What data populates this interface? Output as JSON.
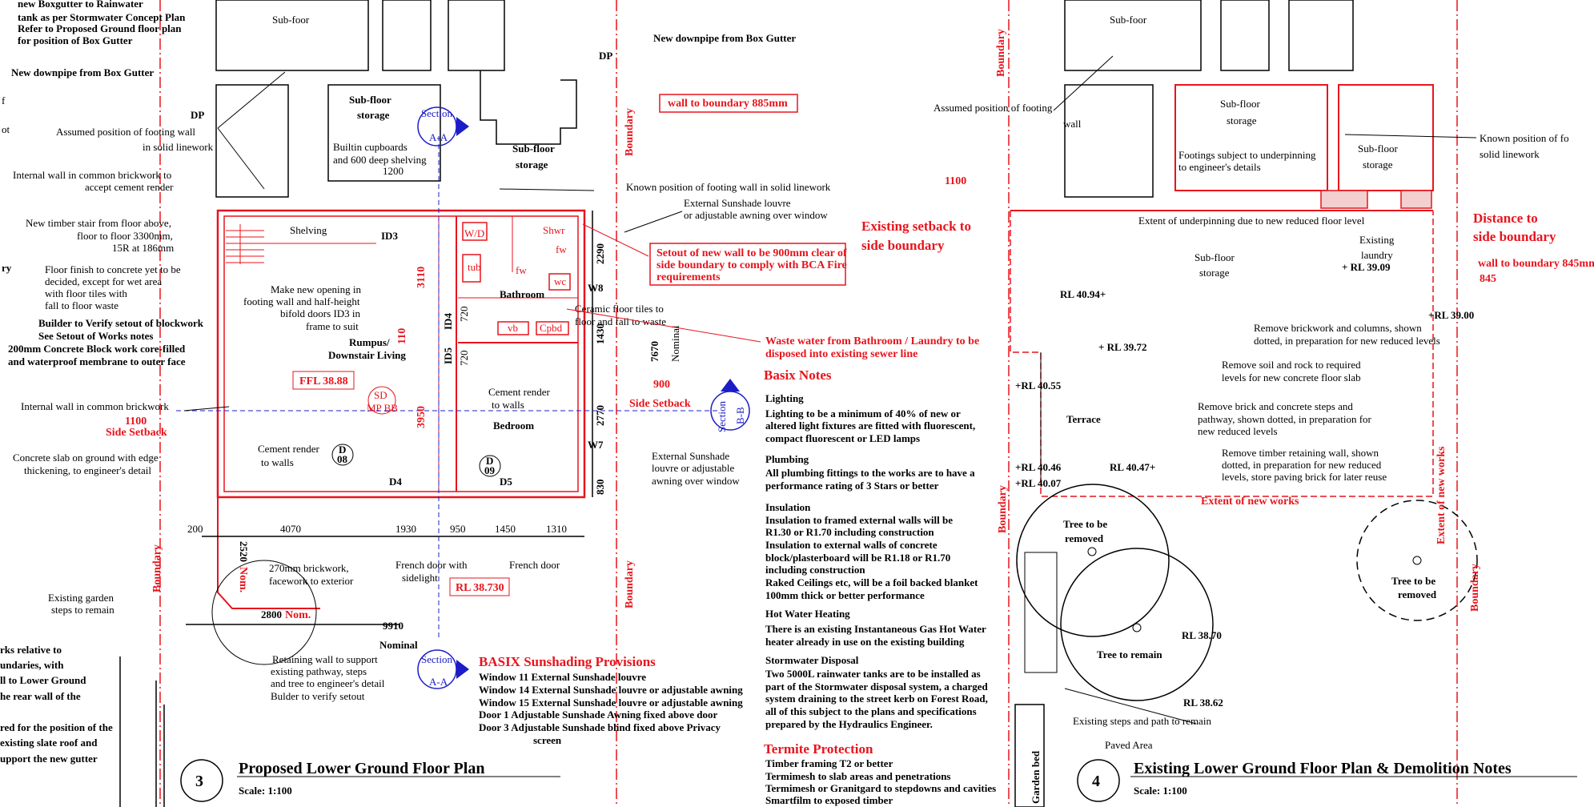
{
  "left_plan": {
    "title": "Proposed Lower Ground Floor Plan",
    "scale": "Scale: 1:100",
    "number": "3",
    "rooms": {
      "subfoor": "Sub-foor",
      "subfloor_storage_a_1": "Sub-floor",
      "subfloor_storage_a_2": "storage",
      "subfloor_storage_b_1": "Sub-floor",
      "subfloor_storage_b_2": "storage",
      "shelving": "Shelving",
      "rumpus_1": "Rumpus/",
      "rumpus_2": "Downstair Living",
      "bathroom": "Bathroom",
      "bedroom": "Bedroom",
      "shwr": "Shwr",
      "wd": "W/D",
      "tub": "tub",
      "wc": "wc",
      "vb": "vb",
      "cpbd": "Cpbd",
      "fw1": "fw",
      "fw2": "fw"
    },
    "tags": {
      "id3": "ID3",
      "id4": "ID4",
      "id5": "ID5",
      "d4": "D4",
      "d5": "D5",
      "w8": "W8",
      "w7": "W7",
      "d08_top": "D",
      "d08_bot": "08",
      "d09_top": "D",
      "d09_bot": "09",
      "dp1": "DP",
      "dp2": "DP",
      "sd_1": "SD",
      "sd_2": "MP BB"
    },
    "dimensions": {
      "d1200": "1200",
      "d3110": "3110",
      "d110": "110",
      "d720a": "720",
      "d720b": "720",
      "d3950": "3950",
      "d2290": "2290",
      "d1430": "1430",
      "d7670": "7670",
      "nominal1": "Nominal",
      "d2770": "2770",
      "d830": "830",
      "d200": "200",
      "d4070": "4070",
      "d1930": "1930",
      "d950": "950",
      "d1450": "1450",
      "d1310": "1310",
      "d2520": "2520",
      "nom1": "Nom.",
      "d2800": "2800",
      "nom2": "Nom.",
      "d9910": "9910",
      "nominal2": "Nominal",
      "d1100": "1100",
      "d900": "900"
    },
    "levels": {
      "ffl": "FFL 38.88",
      "rl": "RL 38.730"
    },
    "red_labels": {
      "side_setback_left": "Side Setback",
      "side_setback_right": "Side Setback",
      "boundary_top": "Boundary",
      "boundary_bottom": "Boundary",
      "boundary_left": "Boundary",
      "wall_to_boundary": "wall to boundary 885mm",
      "setout_1": "Setout of new wall to be 900mm clear of",
      "setout_2": "side boundary to comply with BCA Fire",
      "setout_3": "requirements",
      "waste_1": "Waste water from Bathroom / Laundry to be",
      "waste_2": "disposed into existing sewer line"
    },
    "sections": {
      "a_top_1": "Section",
      "a_top_2": "A-A",
      "b_1": "Section",
      "b_2": "B-B",
      "a_bot_1": "Section",
      "a_bot_2": "A-A"
    },
    "notes": {
      "box1": "new Boxgutter to Rainwater",
      "box2": "tank as per Stormwater Concept Plan",
      "box3": "Refer to Proposed Ground  floor plan",
      "box4": "for position of Box Gutter",
      "downpipe_left": "New downpipe from Box Gutter",
      "downpipe_right": "New downpipe from Box Gutter",
      "assumed_1": "Assumed position of footing wall",
      "assumed_2": "in solid linework",
      "builtin_1": "Builtin cupboards",
      "builtin_2": "and 600 deep shelving",
      "internal_1": "Internal wall in common brickwork to",
      "internal_2": "accept cement render",
      "known": "Known position of footing wall in solid linework",
      "ext_louvre_1": "External  Sunshade louvre",
      "ext_louvre_2": "or adjustable awning over window",
      "stair_1": "New timber stair from floor above,",
      "stair_2": "floor to floor 3300mm,",
      "stair_3": "15R at 186mm",
      "floor_1": "Floor finish to concrete yet to be",
      "floor_2": "decided, except for wet area",
      "floor_3": "with floor tiles with",
      "floor_4": "fall to floor waste",
      "opening_1": "Make new opening in",
      "opening_2": "footing wall and half-height",
      "opening_3": "bifold doors ID3 in",
      "opening_4": "frame to suit",
      "ceramic_1": "Ceramic floor tiles to",
      "ceramic_2": "floor and fall to waste",
      "builder_1": "Builder to Verify setout of blockwork",
      "builder_2": "See Setout of Works notes",
      "builder_3": "200mm Concrete Block work core-filled",
      "builder_4": "and waterproof membrane to outer face",
      "internal_wall": "Internal wall in common brickwork",
      "cement_a_1": "Cement render",
      "cement_a_2": "to walls",
      "cement_b_1": "Cement render",
      "cement_b_2": "to walls",
      "slab_1": "Concrete slab on ground with edge",
      "slab_2": "thickening, to engineer's detail",
      "ext_sun_1": "External Sunshade",
      "ext_sun_2": "louvre or adjustable",
      "ext_sun_3": "awning over window",
      "brick_1": "270mm brickwork,",
      "brick_2": "facework to exterior",
      "french_side_1": "French door with",
      "french_side_2": "sidelight",
      "french": "French door",
      "garden_1": "Existing garden",
      "garden_2": "steps to remain",
      "retain_1": "Retaining wall to  support",
      "retain_2": "existing pathway, steps",
      "retain_3": "and tree to engineer's detail",
      "retain_4": "Bulder to verify setout",
      "edge_1": "f",
      "edge_2": "ot",
      "edge_3": "ry",
      "rel_1": "rks relative to",
      "rel_2": "undaries, with",
      "rel_3": "ll to Lower Ground",
      "rel_4": "he rear wall of the",
      "req_1": "red for the position of the",
      "req_2": "existing slate roof and",
      "req_3": "upport the new gutter"
    }
  },
  "sunshading": {
    "heading": "BASIX Sunshading Provisions",
    "lines": [
      "Window 11 External Sunshade louvre",
      "Window 14 External Sunshade louvre or adjustable awning",
      "Window 15 External Sunshade louvre or adjustable awning",
      "Door 1 Adjustable Sunshade Awning fixed above door",
      "Door 3 Adjustable Sunshade blind fixed above Privacy",
      "screen"
    ]
  },
  "middle": {
    "existing_setback_1": "Existing setback to",
    "existing_setback_2": "side boundary",
    "basix_heading": "Basix Notes",
    "sections": [
      {
        "title": "Lighting",
        "lines": [
          "Lighting to be a minimum of 40% of new or",
          "altered light fixtures are fitted with fluorescent,",
          "compact fluorescent or LED lamps"
        ]
      },
      {
        "title": "Plumbing",
        "lines": [
          "All plumbing fittings to the works are to have a",
          "performance rating of 3 Stars or better"
        ]
      },
      {
        "title": "Insulation",
        "lines": [
          "Insulation to framed external walls will be",
          "R1.30 or R1.70 including construction",
          "Insulation to external walls of concrete",
          "block/plasterboard will be R1.18 or R1.70",
          "including construction",
          "Raked Ceilings etc, will be a foil backed blanket",
          "100mm thick or better performance"
        ]
      },
      {
        "title": "Hot Water Heating",
        "lines": [
          "There is an existing Instantaneous Gas Hot Water",
          "heater already in use on the existing building"
        ]
      },
      {
        "title": "Stormwater Disposal",
        "lines": [
          "Two 5000L rainwater tanks are to be installed as",
          "part of the Stormwater disposal system, a charged",
          "system draining to the street kerb on Forest Road,",
          "all of this subject to the plans and specifications",
          "prepared by the Hydraulics Engineer."
        ]
      }
    ],
    "termite_heading": "Termite Protection",
    "termite_lines": [
      "Timber framing T2 or better",
      "Termimesh to slab areas and penetrations",
      "Termimesh or Granitgard to stepdowns and cavities",
      "Smartfilm to exposed timber"
    ]
  },
  "right_plan": {
    "title": "Existing Lower Ground Floor Plan & Demolition Notes",
    "scale": "Scale: 1:100",
    "number": "4",
    "labels": {
      "subfoor": "Sub-foor",
      "sfs_a_1": "Sub-floor",
      "sfs_a_2": "storage",
      "sfs_b_1": "Sub-floor",
      "sfs_b_2": "storage",
      "sfs_c_1": "Sub-floor",
      "sfs_c_2": "storage",
      "laundry_1": "Existing",
      "laundry_2": "laundry",
      "terrace": "Terrace",
      "assumed_1": "Assumed position of footing",
      "assumed_2": "wall",
      "known_1": "Known position of fo",
      "known_2": "solid linework",
      "footings_1": "Footings subject to underpinning",
      "footings_2": "to engineer's details",
      "extent_under": "Extent of underpinning due to new reduced floor level",
      "rm_brick_1": "Remove brickwork and columns, shown",
      "rm_brick_2": "dotted, in preparation for new reduced levels",
      "rm_soil_1": "Remove soil and rock to required",
      "rm_soil_2": "levels for new concrete floor slab",
      "rm_steps_1": "Remove brick and concrete steps and",
      "rm_steps_2": "pathway, shown dotted, in preparation for",
      "rm_steps_3": "new reduced levels",
      "rm_timber_1": "Remove timber retaining wall, shown",
      "rm_timber_2": "dotted, in preparation for new reduced",
      "rm_timber_3": "levels, store paving brick for later reuse",
      "tree_rem_1": "Tree to be",
      "tree_rem_2": "removed",
      "tree_remain": "Tree to remain",
      "tree_rem2_1": "Tree to be",
      "tree_rem2_2": "removed",
      "steps_remain": "Existing steps and path to remain",
      "paved": "Paved Area",
      "garden_bed": "Garden bed"
    },
    "levels": {
      "rl1": "RL  40.94+",
      "rl2": "+ RL 39.72",
      "rl3": "+RL  40.55",
      "rl4": "+RL  40.46",
      "rl5": "RL  40.47+",
      "rl6": "+RL  40.07",
      "rl7": "+ RL 39.09",
      "rl8": "+RL 39.00",
      "rl9": "RL  38.70",
      "rl10": "RL  38.62"
    },
    "red_labels": {
      "boundary_top": "Boundary",
      "boundary_bottom": "Boundary",
      "boundary_right": "Boundary",
      "d1100": "1100",
      "distance_1": "Distance to",
      "distance_2": "side boundary",
      "wall_boundary": "wall to boundary 845mm",
      "d845": "845",
      "extent_new": "Extent of new works",
      "extent_new_v": "Extent of new works"
    }
  }
}
